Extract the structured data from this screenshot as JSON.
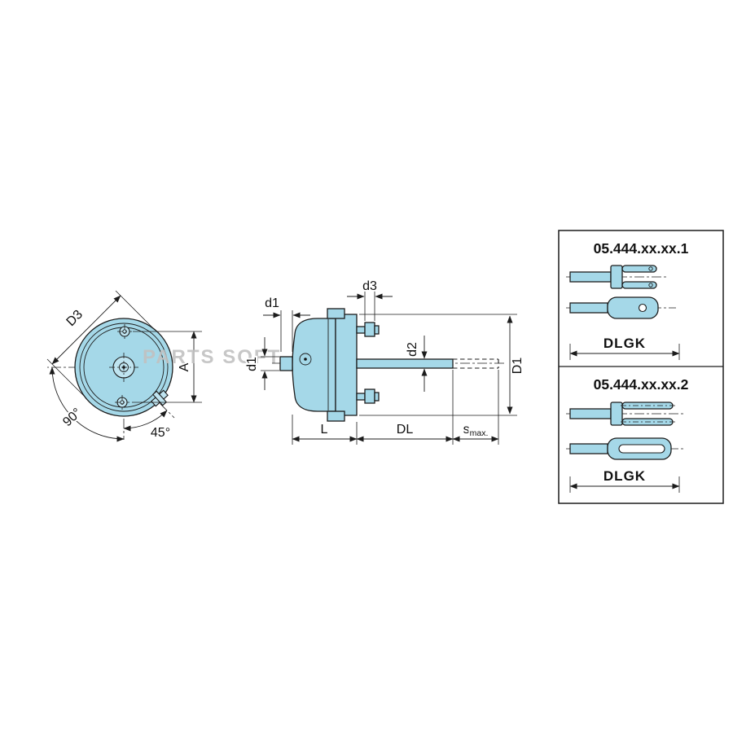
{
  "watermark": {
    "text": "PARTS SOFT"
  },
  "front_view": {
    "dim_d3": "D3",
    "dim_a": "A",
    "angle_90": "90°",
    "angle_45": "45°"
  },
  "side_view": {
    "dim_d1_top": "d1",
    "dim_d1_left": "d1",
    "dim_d3": "d3",
    "dim_d2": "d2",
    "dim_D1": "D1",
    "dim_l": "L",
    "dim_dl": "DL",
    "dim_s": "s",
    "dim_s_sub": "max."
  },
  "parts_panel": {
    "variant1": {
      "part_number": "05.444.xx.xx.1",
      "dim_label": "DLGK"
    },
    "variant2": {
      "part_number": "05.444.xx.xx.2",
      "dim_label": "DLGK"
    }
  },
  "colors": {
    "part_fill": "#a5d8e8",
    "line": "#1c1c1c",
    "watermark": "#c1c1c1"
  }
}
